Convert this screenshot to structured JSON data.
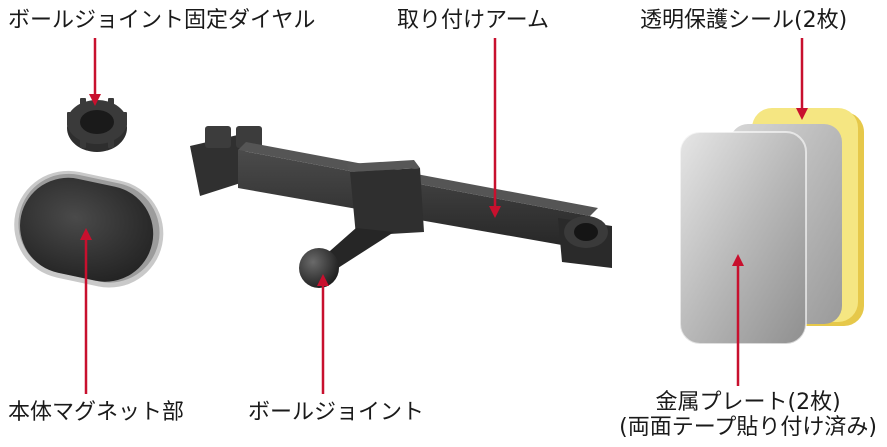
{
  "labels": {
    "dial": "ボールジョイント固定ダイヤル",
    "arm": "取り付けアーム",
    "film": "透明保護シール(2枚)",
    "magnet": "本体マグネット部",
    "ball": "ボールジョイント",
    "plate_line1": "金属プレート(2枚)",
    "plate_line2": "(両面テープ貼り付け済み)"
  },
  "colors": {
    "pointer": "#c8102e",
    "body": "#3a3a3a",
    "film": "#f3e07a"
  }
}
